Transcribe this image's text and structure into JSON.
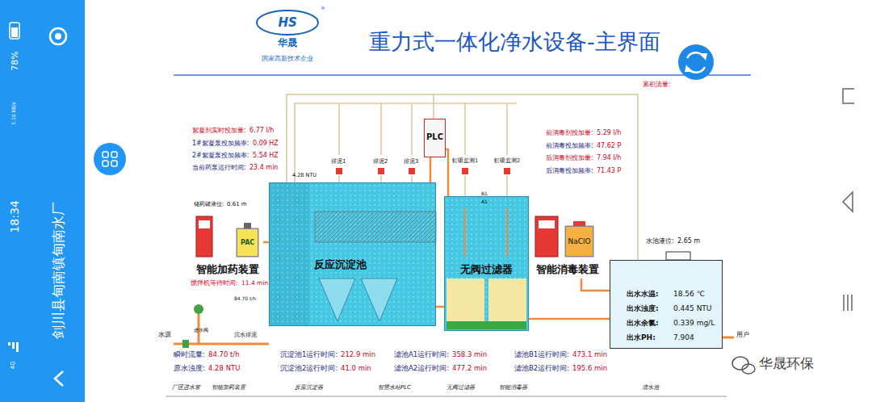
{
  "diagram": {
    "title": "重力式一体化净水设备-主界面",
    "nodes": [
      {
        "text": [
          "PLC"
        ]
      },
      {
        "text": [
          "智能加药装置"
        ]
      },
      {
        "text": [
          "PAC"
        ],
        "in": 1
      },
      {
        "text": [
          "反应沉淀池"
        ]
      },
      {
        "text": [
          "无阀过滤器"
        ]
      },
      {
        "text": [
          "智能消毒装置"
        ]
      },
      {
        "text": [
          "NaClO"
        ],
        "in": 5
      },
      {
        "text": [
          "出水水温:",
          "18.56 ℃",
          "出水浊度:",
          "0.445 NTU",
          "出水余氯:",
          "0.339 mg/L",
          "出水PH:",
          "7.904"
        ]
      }
    ],
    "edges": [
      {
        "from": 0,
        "to": 3,
        "arrow": "none"
      },
      {
        "from": 0,
        "to": 4,
        "arrow": "none"
      },
      {
        "from": 1,
        "to": 3,
        "arrow": "none"
      },
      {
        "from": 3,
        "to": 4,
        "arrow": "none"
      },
      {
        "from": 4,
        "to": 7,
        "arrow": "none"
      },
      {
        "from": 5,
        "to": 7,
        "arrow": "none"
      }
    ],
    "labels": [
      "78%",
      "5.10 KB/s",
      "18:34",
      "4G",
      "剑川县甸南镇甸南水厂",
      "R",
      "HS",
      "华晟",
      "国家高新技术企业",
      "累积流量:",
      "絮凝剂实时投加量:",
      "6.77 l/h",
      "1#絮凝泵投加频率:",
      "0.09 HZ",
      "2#絮凝泵投加频率:",
      "5.54 HZ",
      "当前药泵运行时间:",
      "23.4 min",
      "4.28 NTU",
      "排泥1",
      "排泥2",
      "排泥3",
      "虹吸监测1",
      "虹吸监测2",
      "B1",
      "A1",
      "前消毒剂投加量:",
      "5.29 l/h",
      "前消毒投加频率:",
      "47.62 P",
      "后消毒剂投加量:",
      "7.94 l/h",
      "后消毒投加频率:",
      "71.43 P",
      "储药罐液位:",
      "0.61 m",
      "水池液位:",
      "2.65 m",
      "搅拌机等待时间:",
      "11.4 min",
      "84.70 t/h",
      "进水阀",
      "水源",
      "沉水排泥",
      "用户",
      "瞬时流量:",
      "84.70 t/h",
      "原水浊度:",
      "4.28 NTU",
      "沉淀池1运行时间:",
      "212.9 min",
      "沉淀池2运行时间:",
      "41.0 min",
      "滤池A1运行时间:",
      "358.3 min",
      "滤池A2运行时间:",
      "477.2 min",
      "滤池B1运行时间:",
      "473.1 min",
      "滤池B2运行时间:",
      "195.6 min",
      "厂区进水管",
      "智能加药装置",
      "反应沉淀器",
      "智慧水站PLC",
      "无阀过滤器",
      "智能消毒器",
      "清水池",
      "华晟环保"
    ]
  }
}
